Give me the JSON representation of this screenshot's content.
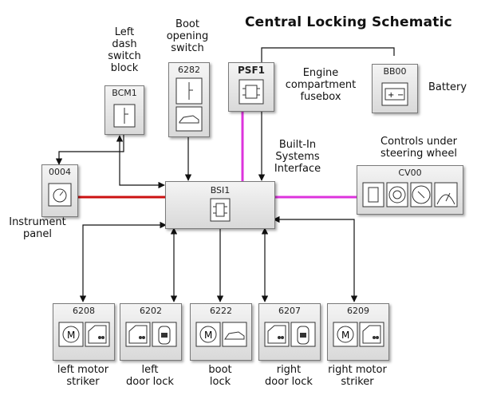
{
  "title": "Central Locking Schematic",
  "modules": {
    "bcm1": {
      "code": "BCM1",
      "label": [
        "Left",
        "dash",
        "switch",
        "block"
      ]
    },
    "m6282": {
      "code": "6282",
      "label": [
        "Boot",
        "opening",
        "switch"
      ]
    },
    "psf1": {
      "code": "PSF1",
      "label": [
        "Engine",
        "compartment",
        "fusebox"
      ]
    },
    "bb00": {
      "code": "BB00",
      "label": [
        "Battery"
      ]
    },
    "m0004": {
      "code": "0004",
      "label": [
        "Instrument",
        "panel"
      ]
    },
    "bsi1": {
      "code": "BSI1",
      "label": [
        "Built-In",
        "Systems",
        "Interface"
      ]
    },
    "cv00": {
      "code": "CV00",
      "label": [
        "Controls under",
        "steering wheel"
      ]
    },
    "m6208": {
      "code": "6208",
      "label": [
        "left motor",
        "striker"
      ]
    },
    "m6202": {
      "code": "6202",
      "label": [
        "left",
        "door lock"
      ]
    },
    "m6222": {
      "code": "6222",
      "label": [
        "boot",
        "lock"
      ]
    },
    "m6207": {
      "code": "6207",
      "label": [
        "right",
        "door lock"
      ]
    },
    "m6209": {
      "code": "6209",
      "label": [
        "right motor",
        "striker"
      ]
    }
  },
  "colors": {
    "can_bus": "#cc1111",
    "power": "#dd33dd",
    "wire": "#111111"
  }
}
